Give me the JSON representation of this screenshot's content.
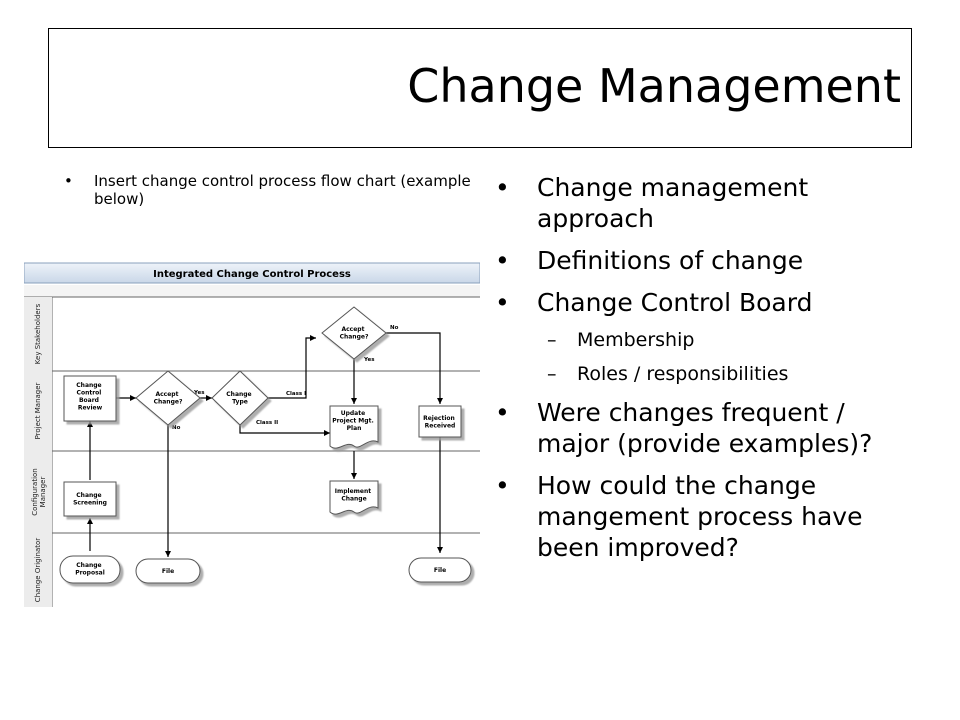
{
  "slide": {
    "title": "Change Management",
    "left_bullet": "Insert change control process flow chart (example below)",
    "right_bullets": [
      {
        "level": 1,
        "text": "Change management approach"
      },
      {
        "level": 1,
        "text": "Definitions of change"
      },
      {
        "level": 1,
        "text": "Change Control Board"
      },
      {
        "level": 2,
        "text": "Membership"
      },
      {
        "level": 2,
        "text": "Roles / responsibilities"
      },
      {
        "level": 1,
        "text": "Were changes frequent / major (provide examples)?"
      },
      {
        "level": 1,
        "text": "How could the change mangement process have been improved?"
      }
    ]
  },
  "flowchart": {
    "title": "Integrated Change Control Process",
    "lanes": [
      "Key Stakeholders",
      "Project Manager",
      "Configuration Manager",
      "Change Originator"
    ],
    "nodes": {
      "ccb_review": [
        "Change",
        "Control",
        "Board",
        "Review"
      ],
      "accept_pm": [
        "Accept",
        "Change?"
      ],
      "change_type": [
        "Change",
        "Type"
      ],
      "accept_ks": [
        "Accept",
        "Change?"
      ],
      "update_plan": [
        "Update",
        "Project Mgt.",
        "Plan"
      ],
      "rejection": [
        "Rejection",
        "Received"
      ],
      "implement": [
        "Implement",
        "Change"
      ],
      "screening": [
        "Change",
        "Screening"
      ],
      "proposal": [
        "Change",
        "Proposal"
      ],
      "file_left": "File",
      "file_right": "File"
    },
    "labels": {
      "yes1": "Yes",
      "no1": "No",
      "class1": "Class I",
      "class2": "Class II",
      "yes2": "Yes",
      "no2": "No"
    }
  }
}
